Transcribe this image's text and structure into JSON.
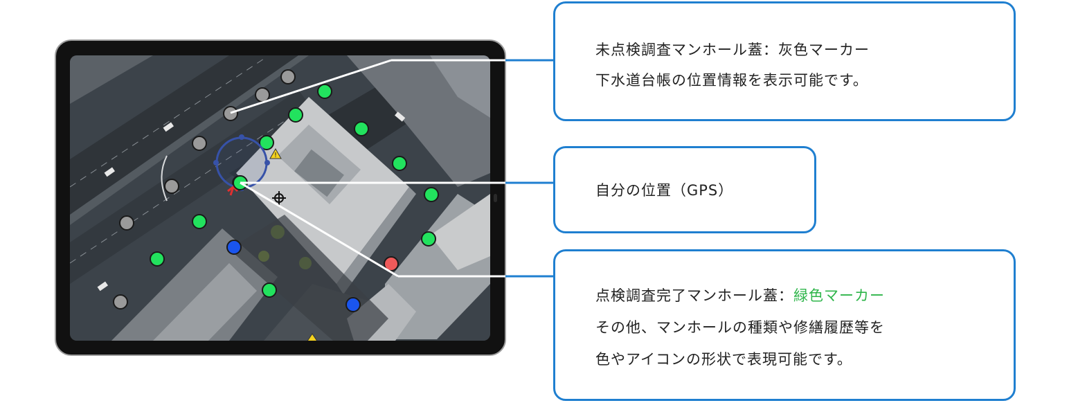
{
  "callouts": {
    "unchecked": {
      "title_prefix": "未点検調査マンホール蓋：",
      "title_marker": "灰色マーカー",
      "line2": "下水道台帳の位置情報を表示可能です。"
    },
    "gps": {
      "label": "自分の位置（GPS）"
    },
    "checked": {
      "title_prefix": "点検調査完了マンホール蓋：",
      "title_marker": "緑色マーカー",
      "line2": "その他、マンホールの種類や修繕履歴等を",
      "line3": "色やアイコンの形状で表現可能です。"
    }
  },
  "colors": {
    "callout_border": "#1f7fd0",
    "marker_gray": "#9a9a9a",
    "marker_green": "#22e25e",
    "marker_blue": "#1a55ee",
    "marker_red": "#f05a5a",
    "highlight_green": "#2eb54a"
  },
  "map": {
    "markers": [
      {
        "type": "gray",
        "name": "marker-gray-1"
      },
      {
        "type": "gray",
        "name": "marker-gray-2"
      },
      {
        "type": "gray",
        "name": "marker-gray-3"
      },
      {
        "type": "gray",
        "name": "marker-gray-4"
      },
      {
        "type": "gray",
        "name": "marker-gray-5"
      },
      {
        "type": "gray",
        "name": "marker-gray-6"
      },
      {
        "type": "gray",
        "name": "marker-gray-7"
      },
      {
        "type": "green",
        "name": "marker-green-1"
      },
      {
        "type": "green",
        "name": "marker-green-2"
      },
      {
        "type": "green",
        "name": "marker-green-3"
      },
      {
        "type": "green",
        "name": "marker-green-4"
      },
      {
        "type": "green",
        "name": "marker-green-5"
      },
      {
        "type": "green",
        "name": "marker-green-6"
      },
      {
        "type": "green",
        "name": "marker-green-7"
      },
      {
        "type": "green",
        "name": "marker-green-8"
      },
      {
        "type": "green",
        "name": "marker-green-9"
      },
      {
        "type": "green",
        "name": "marker-green-10"
      },
      {
        "type": "green",
        "name": "marker-green-11"
      },
      {
        "type": "blue",
        "name": "marker-blue-1"
      },
      {
        "type": "blue",
        "name": "marker-blue-2"
      },
      {
        "type": "red",
        "name": "marker-red-1"
      }
    ],
    "icons": [
      "gps-position-ring-icon",
      "warning-icon",
      "crosshair-icon",
      "direction-arrow-icon"
    ]
  }
}
